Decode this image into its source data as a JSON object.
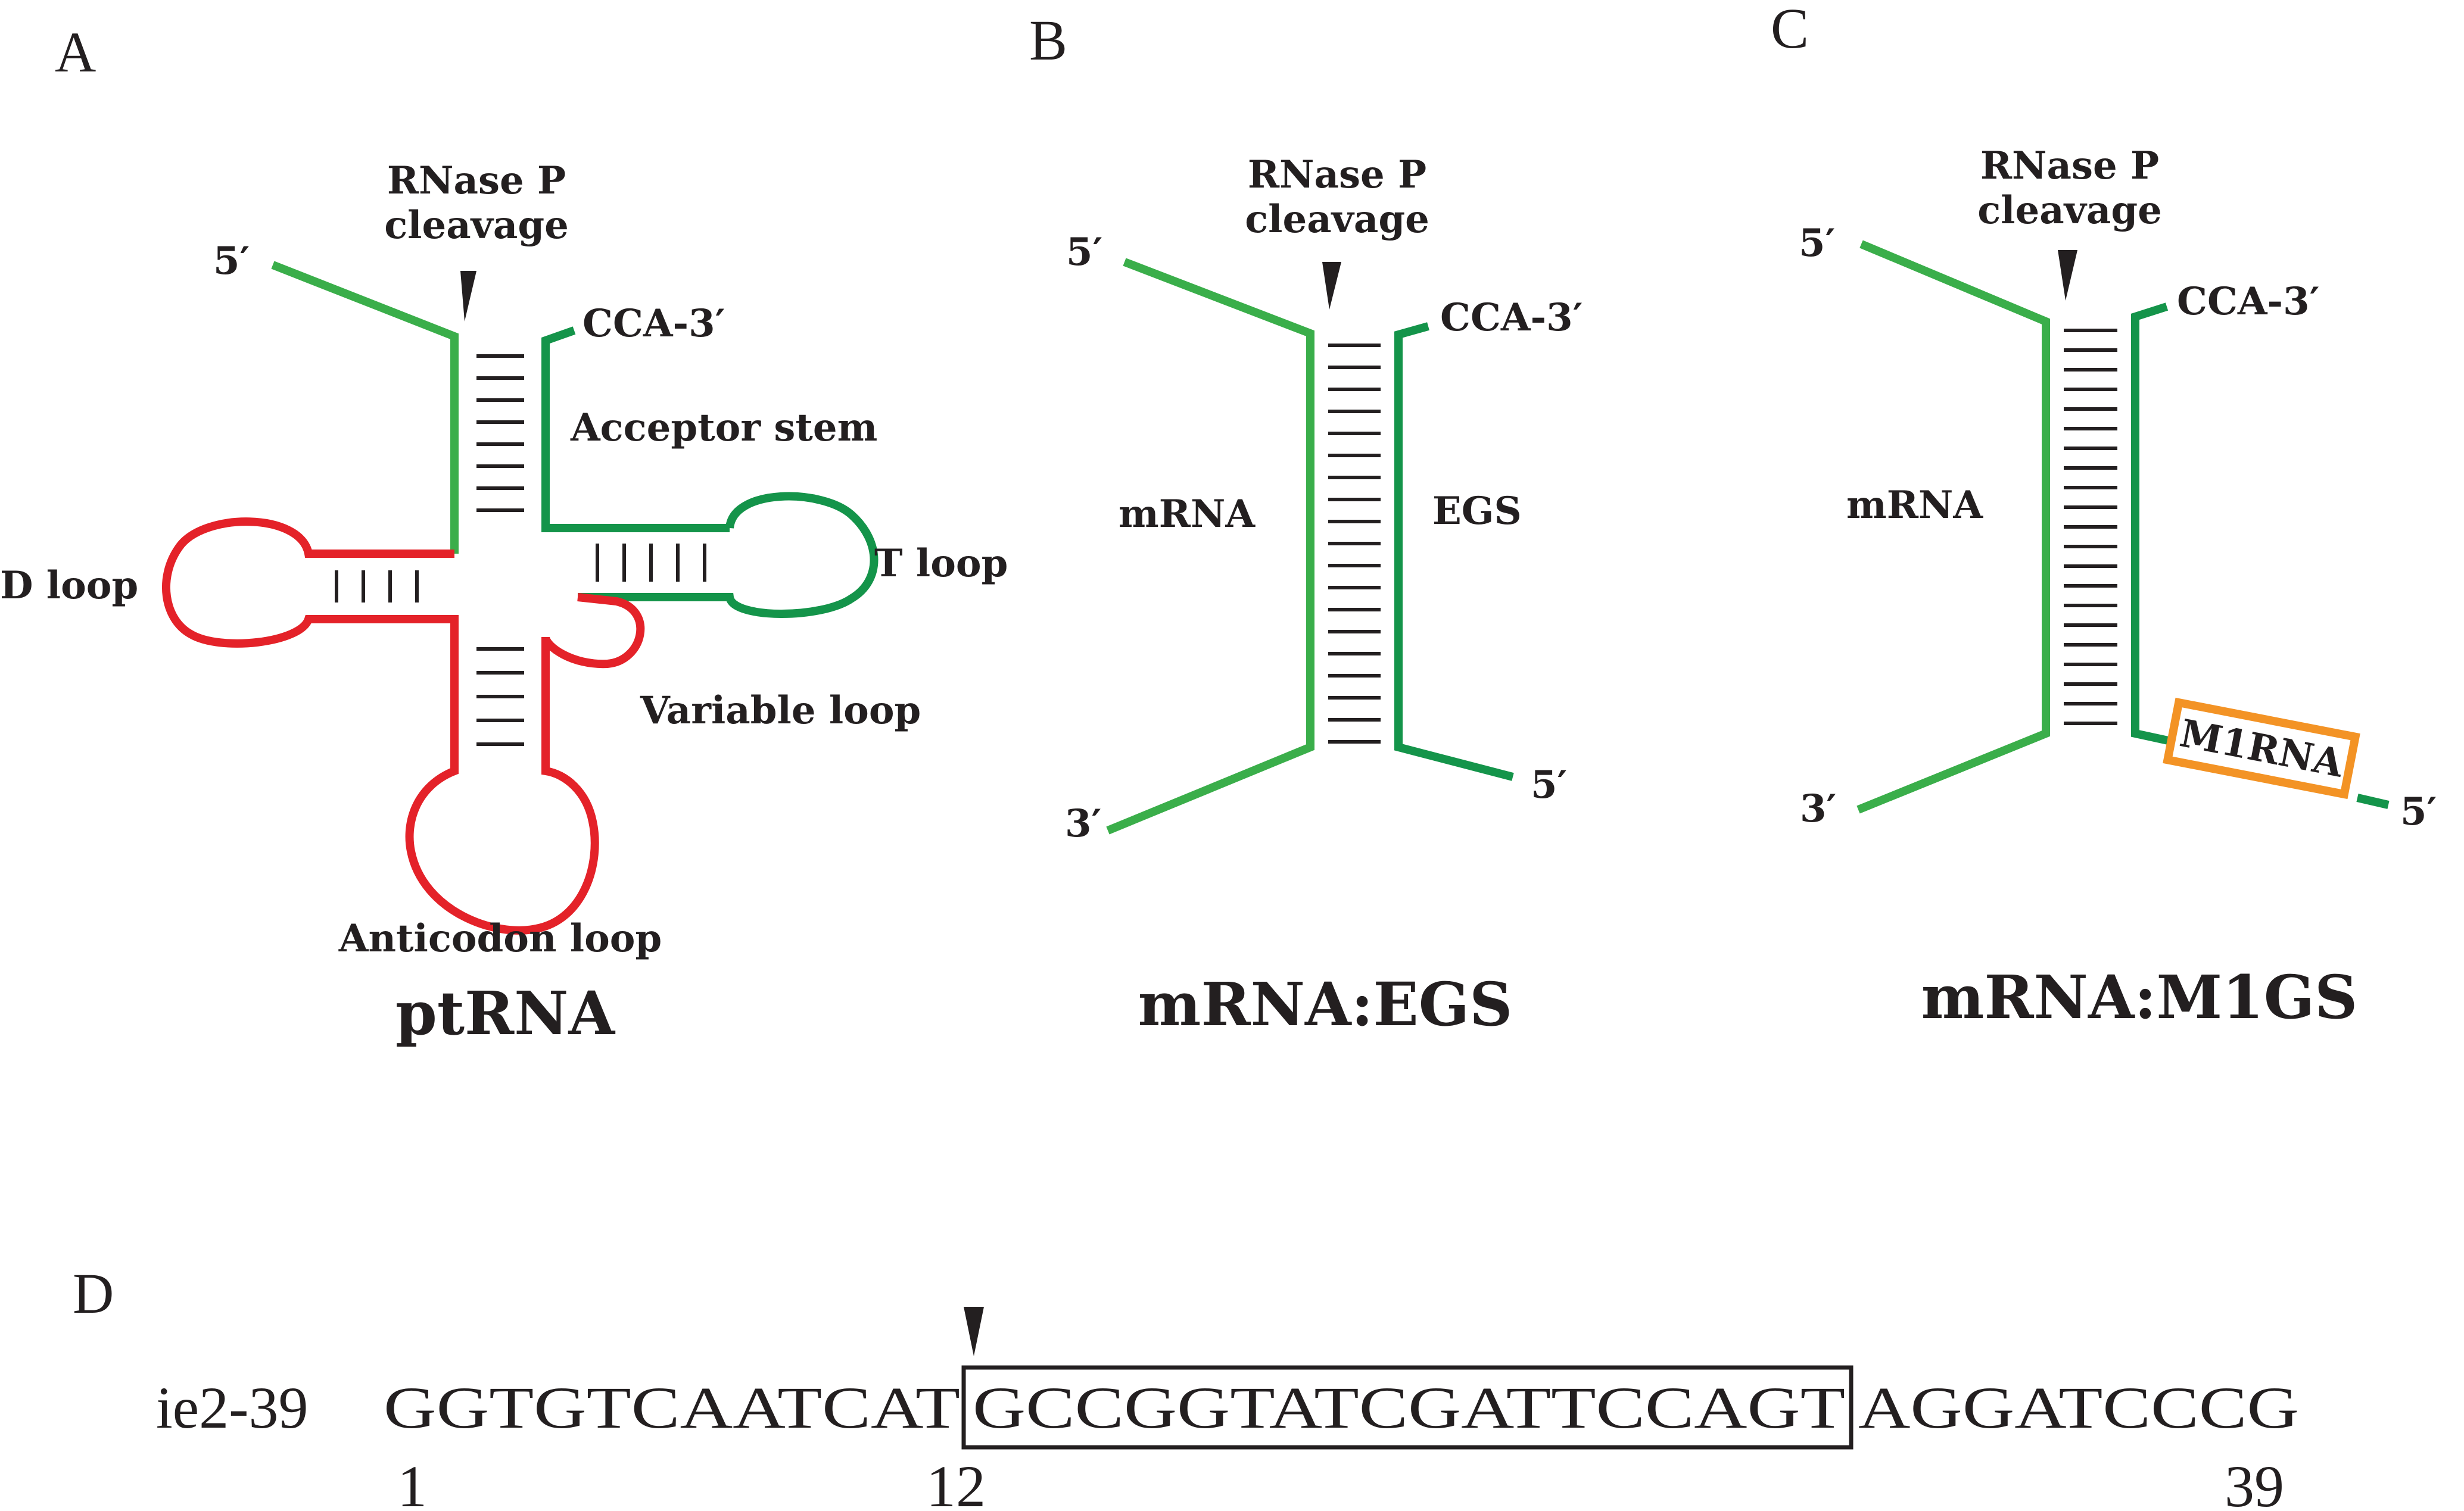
{
  "panels": {
    "a": {
      "letter": "A",
      "cleavage_line1": "RNase P",
      "cleavage_line2": "cleavage",
      "five_prime": "5′",
      "cca": "CCA-3′",
      "acceptor_stem": "Acceptor stem",
      "d_loop": "D loop",
      "t_loop": "T loop",
      "variable_loop": "Variable loop",
      "anticodon_loop": "Anticodon loop",
      "title": "ptRNA"
    },
    "b": {
      "letter": "B",
      "cleavage_line1": "RNase P",
      "cleavage_line2": "cleavage",
      "five_prime_top": "5′",
      "cca": "CCA-3′",
      "mrna": "mRNA",
      "egs": "EGS",
      "three_prime": "3′",
      "five_prime_bottom": "5′",
      "title": "mRNA:EGS"
    },
    "c": {
      "letter": "C",
      "cleavage_line1": "RNase P",
      "cleavage_line2": "cleavage",
      "five_prime_top": "5′",
      "cca": "CCA-3′",
      "mrna": "mRNA",
      "m1rna": "M1RNA",
      "three_prime": "3′",
      "five_prime_bottom": "5′",
      "title": "mRNA:M1GS"
    },
    "d": {
      "letter": "D",
      "name": "ie2-39",
      "seq_left": "GGTGTCAATCAT",
      "seq_boxed": "GCCGGTATCGATTCCAGT",
      "seq_right": "AGGATCCCG",
      "pos_start": "1",
      "pos_cleave": "12",
      "pos_end": "39"
    }
  },
  "colors": {
    "green": "#3aae4a",
    "dark_green": "#14944a",
    "red": "#e42229",
    "orange": "#f39325",
    "text": "#231f20"
  }
}
